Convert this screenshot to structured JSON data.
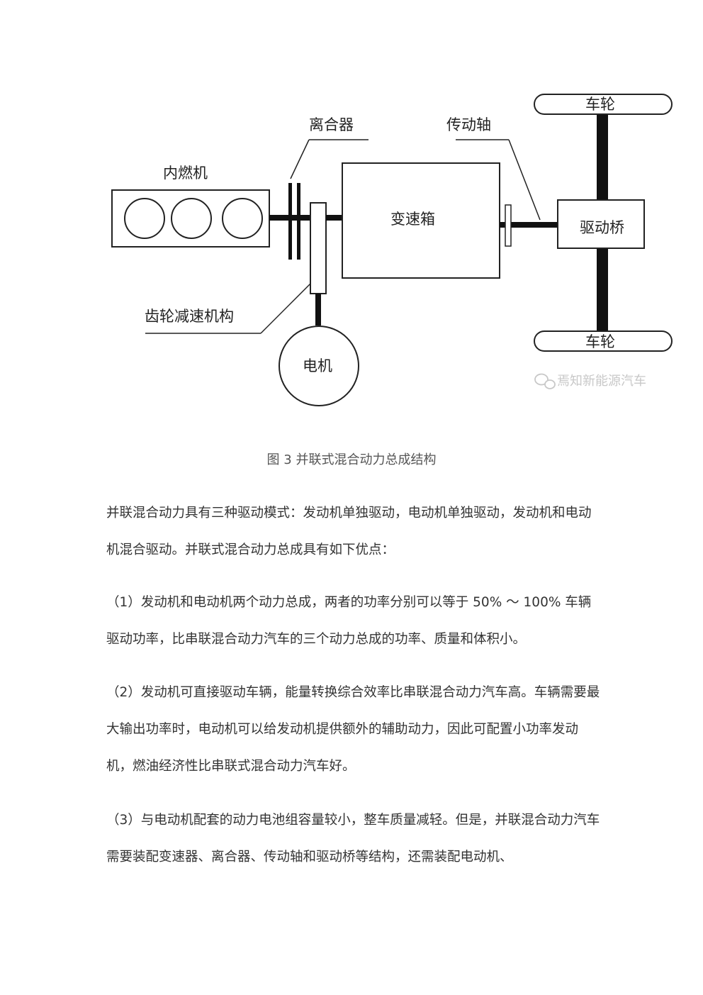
{
  "figure": {
    "labels": {
      "engine": "内燃机",
      "clutch": "离合器",
      "gearbox": "变速箱",
      "drive_shaft": "传动轴",
      "drive_axle": "驱动桥",
      "wheel_top": "车轮",
      "wheel_bottom": "车轮",
      "gear_reducer": "齿轮减速机构",
      "motor": "电机"
    },
    "watermark": "焉知新能源汽车",
    "caption": "图 3 并联式混合动力总成结构"
  },
  "paragraphs": [
    "并联混合动力具有三种驱动模式：发动机单独驱动，电动机单独驱动，发动机和电动机混合驱动。并联式混合动力总成具有如下优点：",
    "（1）发动机和电动机两个动力总成，两者的功率分别可以等于 50% ～ 100% 车辆驱动功率，比串联混合动力汽车的三个动力总成的功率、质量和体积小。",
    "（2）发动机可直接驱动车辆，能量转换综合效率比串联混合动力汽车高。车辆需要最大输出功率时，电动机可以给发动机提供额外的辅助动力，因此可配置小功率发动机，燃油经济性比串联式混合动力汽车好。",
    "（3）与电动机配套的动力电池组容量较小，整车质量减轻。但是，并联混合动力汽车需要装配变速器、离合器、传动轴和驱动桥等结构，还需装配电动机、"
  ]
}
